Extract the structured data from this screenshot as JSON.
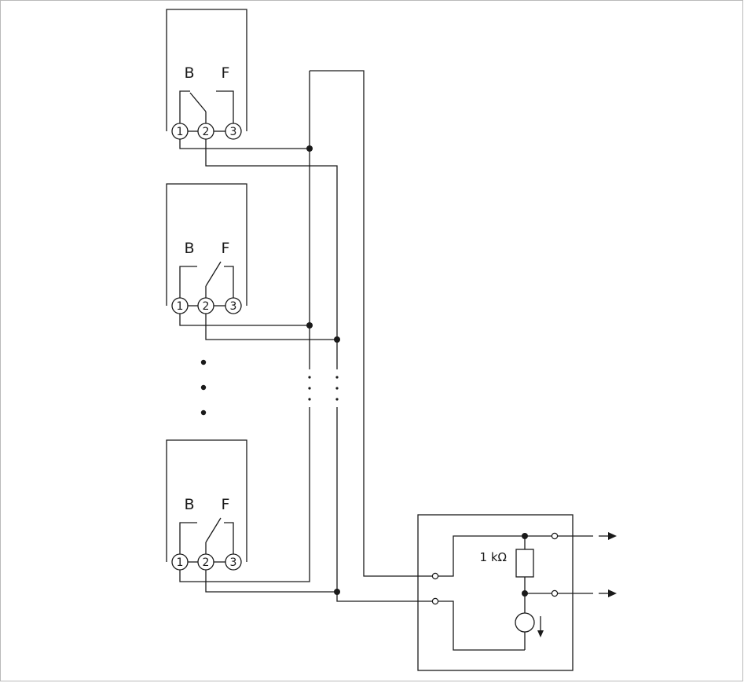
{
  "switch_units": [
    {
      "id": "unit-1",
      "contact_labels": [
        "B",
        "F"
      ],
      "terminals": [
        "1",
        "2",
        "3"
      ],
      "switch_position": "B"
    },
    {
      "id": "unit-2",
      "contact_labels": [
        "B",
        "F"
      ],
      "terminals": [
        "1",
        "2",
        "3"
      ],
      "switch_position": "F"
    },
    {
      "id": "unit-n",
      "contact_labels": [
        "B",
        "F"
      ],
      "terminals": [
        "1",
        "2",
        "3"
      ],
      "switch_position": "F"
    }
  ],
  "interface_box": {
    "resistor_label": "1 kΩ",
    "components": [
      "resistor",
      "current-source"
    ],
    "outputs": 2
  },
  "continuation": "vertical-ellipsis"
}
